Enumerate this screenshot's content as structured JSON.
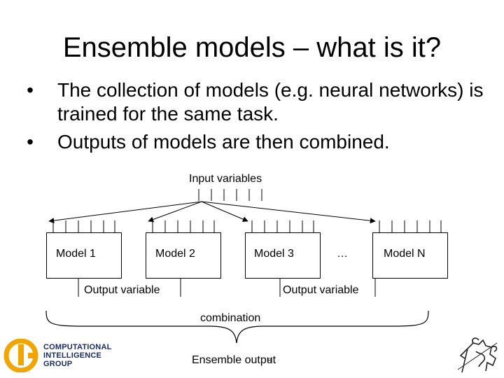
{
  "slide": {
    "title": "Ensemble models – what is it?",
    "bullets": [
      "The collection of models (e.g. neural networks) is trained for the same task.",
      "Outputs of models are then combined."
    ],
    "bullet_symbol": "•"
  },
  "diagram": {
    "input_label": "Input variables",
    "models": [
      "Model 1",
      "Model 2",
      "Model 3",
      "…",
      "Model N"
    ],
    "output_labels": [
      "Output variable",
      "Output variable"
    ],
    "combination_label": "combination",
    "ensemble_output_label": "Ensemble output"
  },
  "footer": {
    "logo_lines": [
      "COMPUTATIONAL",
      "INTELLIGENCE",
      "GROUP"
    ],
    "page_number": "8",
    "accent_colors": {
      "orange": "#f2a400",
      "navy": "#1a2a6a"
    }
  }
}
